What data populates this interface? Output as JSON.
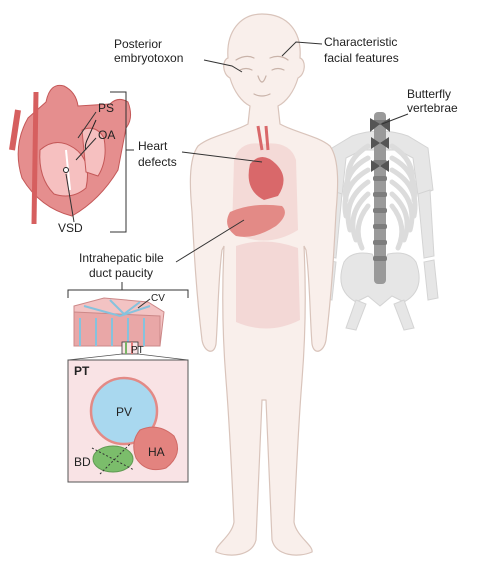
{
  "labels": {
    "posterior_1": "Posterior",
    "posterior_2": "embryotoxon",
    "facial_1": "Characteristic",
    "facial_2": "facial features",
    "butterfly_1": "Butterfly",
    "butterfly_2": "vertebrae",
    "heart_1": "Heart",
    "heart_2": "defects",
    "bile_1": "Intrahepatic bile",
    "bile_2": "duct paucity",
    "ps": "PS",
    "oa": "OA",
    "vsd": "VSD",
    "cv": "CV",
    "pt_small": "PT",
    "pt_title": "PT",
    "pv": "PV",
    "ha": "HA",
    "bd": "BD"
  },
  "colors": {
    "body_fill": "#f9efeb",
    "body_stroke": "#d9c4bb",
    "organ": "#e08585",
    "organ_dark": "#c95a5a",
    "skeleton": "#e3e3e3",
    "vertebra": "#7f7f7f",
    "pv_fill": "#a9d8ef",
    "ha_fill": "#e3837f",
    "bd_fill": "#7bbd6b",
    "pt_box": "#f9e3e5",
    "line": "#333333"
  }
}
